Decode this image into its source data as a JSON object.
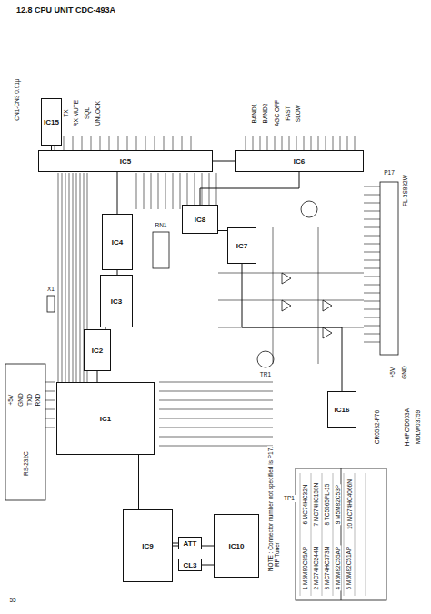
{
  "diagram": {
    "title": "12.8 CPU UNIT CDC-493A",
    "nodes": [
      {
        "text": [
          "IC15"
        ]
      },
      {
        "text": [
          "IC5"
        ]
      },
      {
        "text": [
          "IC6"
        ]
      },
      {
        "text": [
          "IC4"
        ]
      },
      {
        "text": [
          "IC3"
        ]
      },
      {
        "text": [
          "IC2"
        ]
      },
      {
        "text": [
          "IC1"
        ]
      },
      {
        "text": [
          "IC7"
        ]
      },
      {
        "text": [
          "IC8"
        ]
      },
      {
        "text": [
          "IC9"
        ]
      },
      {
        "text": [
          "IC10"
        ]
      },
      {
        "text": [
          "IC16"
        ]
      },
      {
        "text": [
          "ATT"
        ]
      },
      {
        "text": [
          "CL3"
        ]
      }
    ],
    "edges": [
      {
        "from": 0,
        "to": 1,
        "arrow": "none"
      },
      {
        "from": 1,
        "to": 3,
        "arrow": "none"
      },
      {
        "from": 3,
        "to": 4,
        "arrow": "none"
      },
      {
        "from": 4,
        "to": 5,
        "arrow": "none"
      },
      {
        "from": 5,
        "to": 6,
        "arrow": "none"
      },
      {
        "from": 6,
        "to": 9,
        "arrow": "none"
      },
      {
        "from": 9,
        "to": 10,
        "arrow": "none"
      },
      {
        "from": 1,
        "to": 2,
        "arrow": "none"
      },
      {
        "from": 2,
        "to": 8,
        "arrow": "none"
      },
      {
        "from": 8,
        "to": 7,
        "arrow": "none"
      },
      {
        "from": 7,
        "to": 11,
        "arrow": "none"
      },
      {
        "from": 12,
        "to": 9,
        "arrow": "none"
      },
      {
        "from": 13,
        "to": 10,
        "arrow": "none"
      }
    ],
    "labels": [
      "55",
      "+5V",
      "GND",
      "TXD",
      "RXD",
      "RS-232C",
      "X1",
      "TP1",
      "RF Tuner",
      "NOTE : Connector number not specified is P17.",
      "H-6PC/D003A",
      "MDLW03759",
      "CR0532-F76",
      "FL-3S832W",
      "CN1-CN3 0.01μ",
      "RN1",
      "TR1",
      "1 M5M80C85AP",
      "2 MC74HC244N",
      "3 MC74HC373N",
      "4 M5M82C55AP",
      "5 M5M82C51AP",
      "6 MC74HC32N",
      "7 MC74HC138N",
      "8 TC5565PL-15",
      "9 M5M82C53P",
      "10 MC74HC4066N",
      "TX",
      "RX MUTE",
      "SQL",
      "UNLOCK",
      "BAND1",
      "BAND2",
      "AGC OFF",
      "FAST",
      "SLOW",
      "P17",
      "+5V",
      "GND"
    ]
  }
}
